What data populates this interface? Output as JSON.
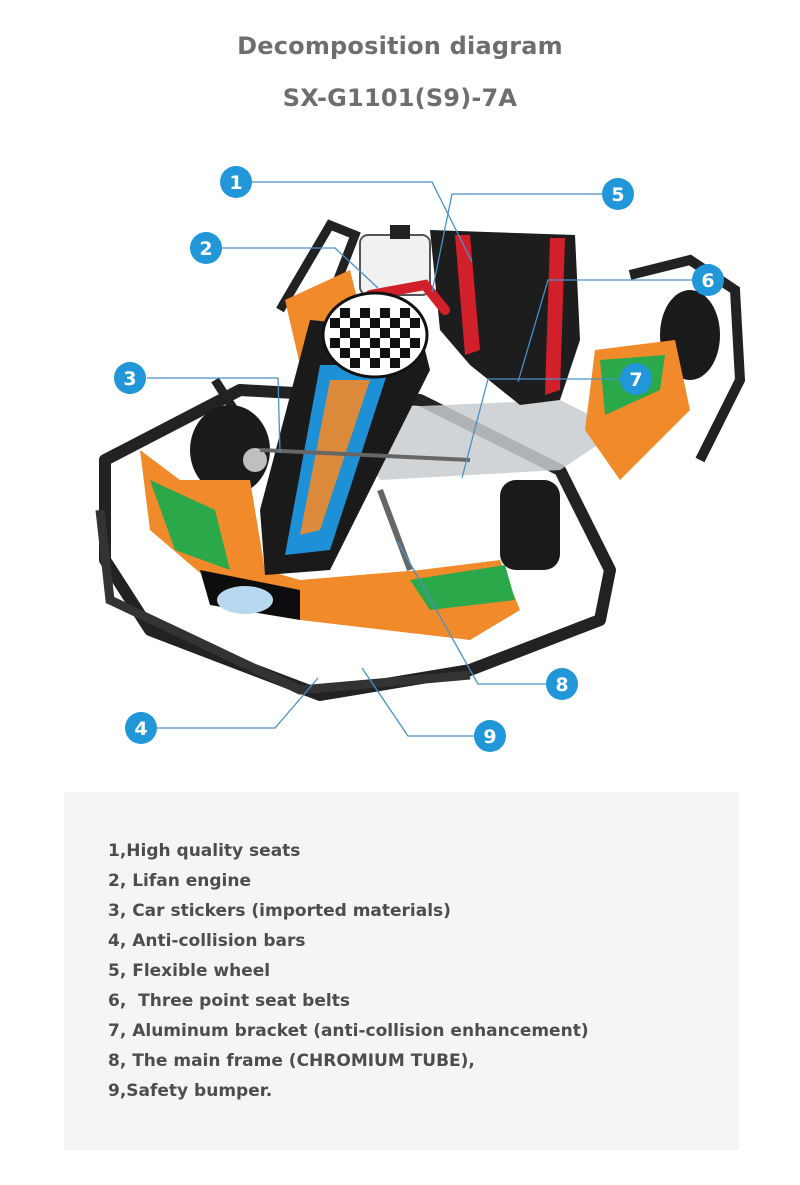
{
  "header": {
    "title": "Decomposition diagram",
    "model": "SX-G1101(S9)-7A"
  },
  "diagram": {
    "marker_color": "#2196d8",
    "callouts": [
      {
        "number": "1"
      },
      {
        "number": "2"
      },
      {
        "number": "3"
      },
      {
        "number": "4"
      },
      {
        "number": "5"
      },
      {
        "number": "6"
      },
      {
        "number": "7"
      },
      {
        "number": "8"
      },
      {
        "number": "9"
      }
    ]
  },
  "legend": {
    "items": [
      "1,High quality seats",
      "2, Lifan engine",
      "3, Car stickers (imported materials)",
      "4, Anti-collision bars",
      "5, Flexible wheel",
      "6,  Three point seat belts",
      "7, Aluminum bracket (anti-collision enhancement)",
      "8, The main frame (CHROMIUM TUBE),",
      "9,Safety bumper."
    ]
  }
}
